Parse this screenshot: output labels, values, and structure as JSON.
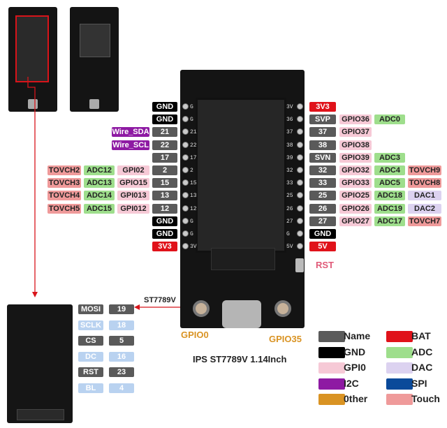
{
  "left_pins": [
    {
      "pin": "GND",
      "gpio": "",
      "adc": "",
      "touch": "",
      "cls": "c-gnd",
      "extra": ""
    },
    {
      "pin": "GND",
      "gpio": "",
      "adc": "",
      "touch": "",
      "cls": "c-gnd",
      "extra": ""
    },
    {
      "pin": "21",
      "gpio": "",
      "adc": "",
      "touch": "",
      "cls": "c-name",
      "extra": "Wire_SDA"
    },
    {
      "pin": "22",
      "gpio": "",
      "adc": "",
      "touch": "",
      "cls": "c-name",
      "extra": "Wire_SCL"
    },
    {
      "pin": "17",
      "gpio": "",
      "adc": "",
      "touch": "",
      "cls": "c-name",
      "extra": ""
    },
    {
      "pin": "2",
      "gpio": "GPI02",
      "adc": "ADC12",
      "touch": "TOVCH2",
      "cls": "c-name",
      "extra": ""
    },
    {
      "pin": "15",
      "gpio": "GPIO15",
      "adc": "ADC13",
      "touch": "TOVCH3",
      "cls": "c-name",
      "extra": ""
    },
    {
      "pin": "13",
      "gpio": "GPI013",
      "adc": "ADC14",
      "touch": "TOVCH4",
      "cls": "c-name",
      "extra": ""
    },
    {
      "pin": "12",
      "gpio": "GPI012",
      "adc": "ADC15",
      "touch": "TOVCH5",
      "cls": "c-name",
      "extra": ""
    },
    {
      "pin": "GND",
      "gpio": "",
      "adc": "",
      "touch": "",
      "cls": "c-gnd",
      "extra": ""
    },
    {
      "pin": "GND",
      "gpio": "",
      "adc": "",
      "touch": "",
      "cls": "c-gnd",
      "extra": ""
    },
    {
      "pin": "3V3",
      "gpio": "",
      "adc": "",
      "touch": "",
      "cls": "c-bat",
      "extra": ""
    }
  ],
  "right_pins": [
    {
      "pin": "3V3",
      "gpio": "",
      "adc": "",
      "extra": "",
      "cls": "c-bat",
      "extracls": ""
    },
    {
      "pin": "SVP",
      "gpio": "GPIO36",
      "adc": "ADC0",
      "extra": "",
      "cls": "c-name",
      "extracls": ""
    },
    {
      "pin": "37",
      "gpio": "GPIO37",
      "adc": "",
      "extra": "",
      "cls": "c-name",
      "extracls": ""
    },
    {
      "pin": "38",
      "gpio": "GPIO38",
      "adc": "",
      "extra": "",
      "cls": "c-name",
      "extracls": ""
    },
    {
      "pin": "SVN",
      "gpio": "GPIO39",
      "adc": "ADC3",
      "extra": "",
      "cls": "c-name",
      "extracls": ""
    },
    {
      "pin": "32",
      "gpio": "GPIO32",
      "adc": "ADC4",
      "extra": "TOVCH9",
      "cls": "c-name",
      "extracls": "c-touch"
    },
    {
      "pin": "33",
      "gpio": "GPIO33",
      "adc": "ADC5",
      "extra": "TOVCH8",
      "cls": "c-name",
      "extracls": "c-touch"
    },
    {
      "pin": "25",
      "gpio": "GPIO25",
      "adc": "ADC18",
      "extra": "DAC1",
      "cls": "c-name",
      "extracls": "c-dac"
    },
    {
      "pin": "26",
      "gpio": "GPIO26",
      "adc": "ADC19",
      "extra": "DAC2",
      "cls": "c-name",
      "extracls": "c-dac"
    },
    {
      "pin": "27",
      "gpio": "GPIO27",
      "adc": "ADC17",
      "extra": "TOVCH7",
      "cls": "c-name",
      "extracls": "c-touch"
    },
    {
      "pin": "GND",
      "gpio": "",
      "adc": "",
      "extra": "",
      "cls": "c-gnd",
      "extracls": ""
    },
    {
      "pin": "5V",
      "gpio": "",
      "adc": "",
      "extra": "",
      "cls": "c-bat",
      "extracls": ""
    }
  ],
  "silk_left": [
    "G",
    "G",
    "21",
    "22",
    "17",
    "2",
    "15",
    "13",
    "12",
    "G",
    "G",
    "3V"
  ],
  "silk_right": [
    "3V",
    "36",
    "37",
    "38",
    "39",
    "32",
    "33",
    "25",
    "26",
    "27",
    "G",
    "5V"
  ],
  "rst_label": "RST",
  "gpio0_label": "GPIO0",
  "gpio35_label": "GPIO35",
  "st7789v_label": "ST7789V",
  "caption": "IPS ST7789V  1.14Inch",
  "spi_pins": [
    {
      "name": "MOSI",
      "num": "19",
      "cls": "c-spiname",
      "numcls": "c-spinum"
    },
    {
      "name": "SCLK",
      "num": "18",
      "cls": "c-spilite",
      "numcls": "c-spilite"
    },
    {
      "name": "CS",
      "num": "5",
      "cls": "c-spiname",
      "numcls": "c-spinum"
    },
    {
      "name": "DC",
      "num": "16",
      "cls": "c-spilite",
      "numcls": "c-spilite"
    },
    {
      "name": "RST",
      "num": "23",
      "cls": "c-spiname",
      "numcls": "c-spinum"
    },
    {
      "name": "BL",
      "num": "4",
      "cls": "c-spilite",
      "numcls": "c-spilite"
    }
  ],
  "legend": [
    {
      "label": "Name",
      "color": "#5a5a5a"
    },
    {
      "label": "GND",
      "color": "#000000"
    },
    {
      "label": "GPI0",
      "color": "#f6c9d6"
    },
    {
      "label": "I2C",
      "color": "#8e1aa3"
    },
    {
      "label": "0ther",
      "color": "#d99323"
    },
    {
      "label": "BAT",
      "color": "#e0121a"
    },
    {
      "label": "ADC",
      "color": "#9ede8c"
    },
    {
      "label": "DAC",
      "color": "#dcd2f0"
    },
    {
      "label": "SPI",
      "color": "#0a4a9a"
    },
    {
      "label": "Touch",
      "color": "#ef9a9a"
    }
  ]
}
